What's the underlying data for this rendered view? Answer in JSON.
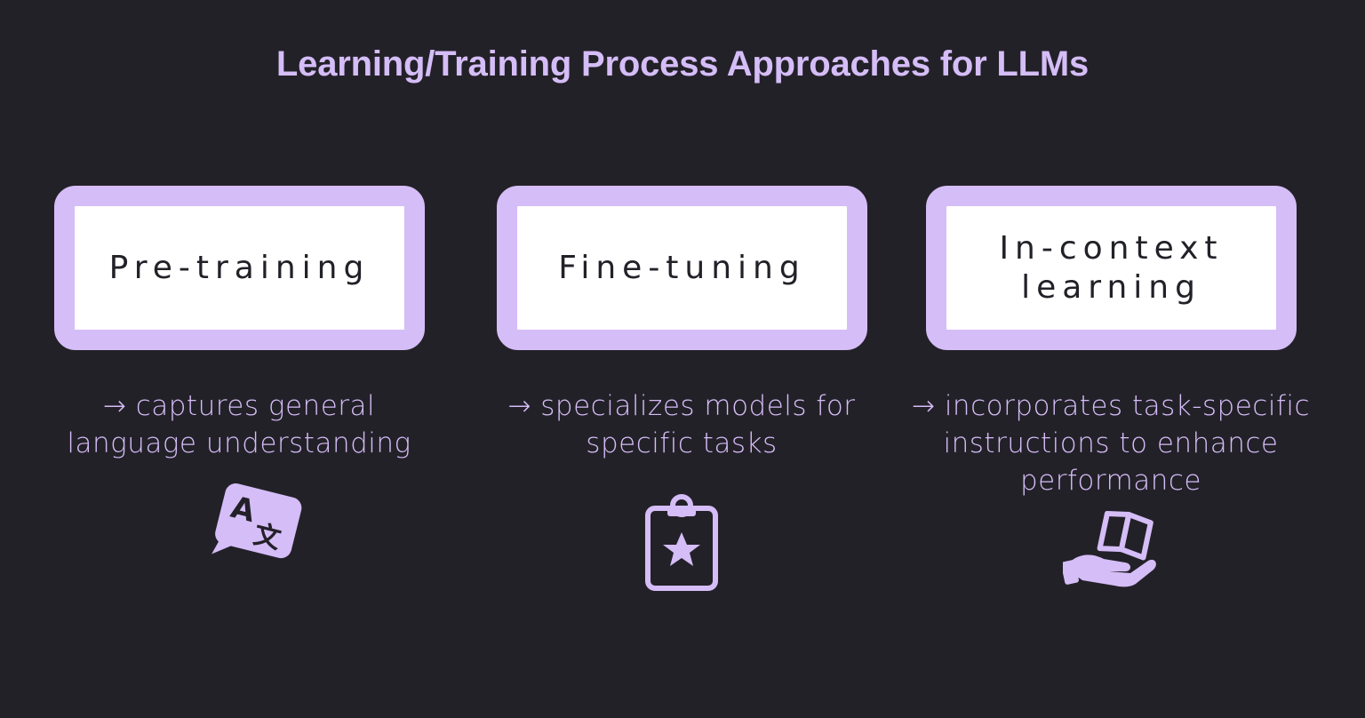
{
  "title": "Learning/Training Process Approaches for LLMs",
  "accent_color": "#d5bdf7",
  "background_color": "#232128",
  "approaches": [
    {
      "label": "Pre-training",
      "description": "→ captures general language understanding",
      "icon": "translate-icon"
    },
    {
      "label": "Fine-tuning",
      "description": "→ specializes models for specific tasks",
      "icon": "clipboard-star-icon"
    },
    {
      "label": "In-context learning",
      "description": "→ incorporates task-specific instructions to enhance performance",
      "icon": "hand-book-icon"
    }
  ]
}
